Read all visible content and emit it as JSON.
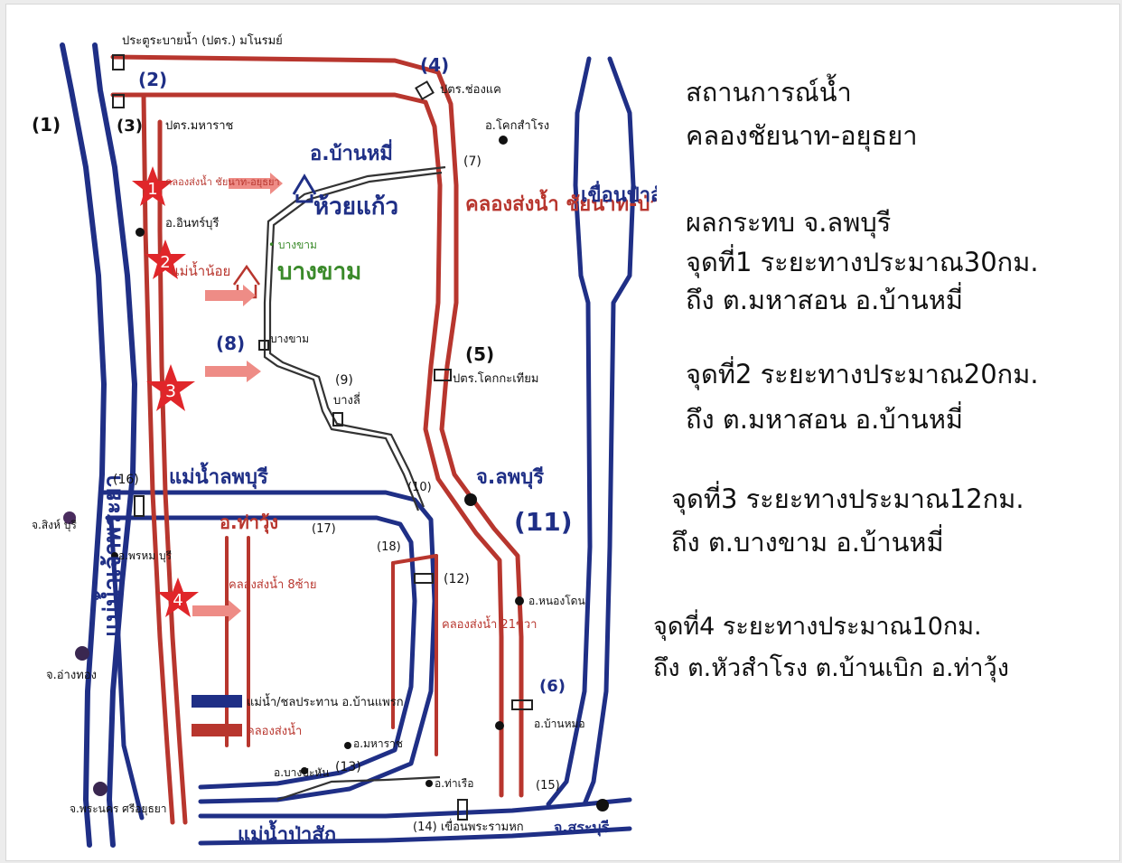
{
  "info": {
    "title_line1": "สถานการณ์น้ำ",
    "title_line2": "คลองชัยนาท-อยุธยา",
    "impact_heading": "ผลกระทบ จ.ลพบุรี",
    "points": [
      {
        "line1": "จุดที่1 ระยะทางประมาณ30กม.",
        "line2": "ถึง ต.มหาสอน อ.บ้านหมี่"
      },
      {
        "line1": "จุดที่2 ระยะทางประมาณ20กม.",
        "line2": "ถึง ต.มหาสอน อ.บ้านหมี่"
      },
      {
        "line1": "จุดที่3 ระยะทางประมาณ12กม.",
        "line2": "ถึง ต.บางขาม อ.บ้านหมี่"
      },
      {
        "line1": "จุดที่4 ระยะทางประมาณ10กม.",
        "line2": "ถึง ต.หัวสำโรง ต.บ้านเบิก อ.ท่าวุ้ง"
      }
    ]
  },
  "map": {
    "colors": {
      "river": "#1f2f86",
      "canal": "#b8362e",
      "road": "#333333",
      "star": "#e0262a",
      "arrow": "#ee8c86",
      "green": "#3a8a2a"
    },
    "markers": [
      "1",
      "2",
      "3",
      "4"
    ],
    "labels": {
      "gate_top": "ประตูระบายน้ำ (ปตร.) มโนรมย์",
      "n1": "(1)",
      "n2": "(2)",
      "n3": "(3)",
      "n4": "(4)",
      "n5": "(5)",
      "n6": "(6)",
      "n7": "(7)",
      "n8": "(8)",
      "n9": "(9)",
      "n10": "(10)",
      "n11": "(11)",
      "n12": "(12)",
      "n13": "(13)",
      "n14": "(14) เขื่อนพระรามหก",
      "n15": "(15)",
      "n16": "(16)",
      "n17": "(17)",
      "n18": "(18)",
      "gate_maharaj": "ปตร.มหาราช",
      "gate_chonglaek": "ปตร.ช่องแค",
      "khok_samrong": "อ.โคกสำโรง",
      "ban_mi": "อ.บ้านหมี่",
      "canal_chainat_ayutthaya": "คลองส่งน้ำ ชัยนาท-อยุธยา",
      "in_buri": "อ.อินทร์บุรี",
      "huai_kaeo": "ห้วยแก้ว",
      "canal_chainat_pasak": "คลองส่งน้ำ ชัยนาท-ป่าสัก",
      "dam_pasak": "เขื่อนป่าสัก",
      "bang_kham_small": "• บางขาม",
      "bang_kham_big": "บางขาม",
      "noi_river": "แม่น้ำน้อย",
      "bang_kham_gate": "บางขาม",
      "gate_khok_kathiam": "ปตร.โคกกะเทียม",
      "bang_li": "บางลี่",
      "chao_phraya": "แม่น้ำเจ้าพระยา",
      "lopburi_river": "แม่น้ำลพบุรี",
      "lopburi_prov": "จ.ลพบุรี",
      "sing_buri": "จ.สิงห์ บุรี",
      "tha_wung": "อ.ท่าวุ้ง",
      "phrom_buri": "อ.พรหม บุรี",
      "canal_8": "คลองส่งน้ำ 8ซ้าย",
      "canal_21": "คลองส่งน้ำ 21ขวา",
      "nong_don": "อ.หนองโดน",
      "ang_thong": "จ.อ่างทอง",
      "legend_river": "แม่น้ำ/ชลประทาน อ.บ้านแพรก",
      "legend_canal": "คลองส่งน้ำ",
      "mahachat": "อ.มหาราช",
      "ban_mo": "อ.บ้านหมอ",
      "bang_pahan": "อ.บางปะหัน",
      "tha_ruea": "อ.ท่าเรือ",
      "ayutthaya": "จ.พระนคร ศรีอยุธยา",
      "pasak_river": "แม่น้ำป่าสัก",
      "saraburi": "จ.สระบุรี"
    }
  }
}
